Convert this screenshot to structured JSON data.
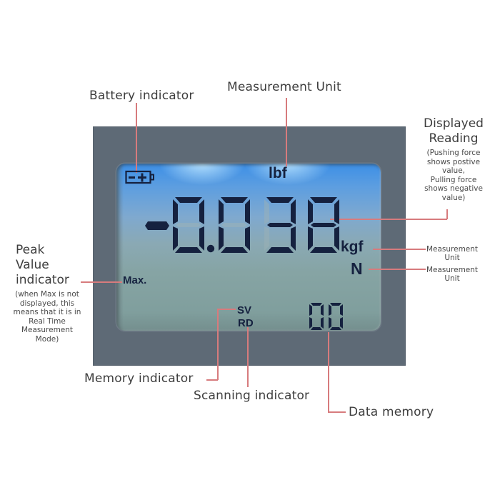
{
  "diagram": {
    "subject": "Digital force gauge LCD display",
    "display": {
      "battery_icon": "battery-icon",
      "battery_symbols": "-+",
      "unit_top": "lbf",
      "reading": "-0.038",
      "reading_sign": "-",
      "reading_digits": [
        "0",
        "0",
        "3",
        "8"
      ],
      "decimal_position": 1,
      "unit_kgf": "kgf",
      "unit_n": "N",
      "peak_indicator": "Max.",
      "memory_indicator": "SV",
      "scanning_indicator": "RD",
      "data_memory": "00",
      "data_memory_digits": [
        "0",
        "0"
      ]
    },
    "callouts": {
      "battery": "Battery indicator",
      "measurement_unit_top": "Measurement Unit",
      "displayed_reading_title_1": "Displayed",
      "displayed_reading_title_2": "Reading",
      "displayed_reading_note_1": "(Pushing force",
      "displayed_reading_note_2": "shows postive",
      "displayed_reading_note_3": "value,",
      "displayed_reading_note_4": "Pulling force",
      "displayed_reading_note_5": "shows negative",
      "displayed_reading_note_6": "value)",
      "unit_kgf_1": "Measurement",
      "unit_kgf_2": "Unit",
      "unit_n_1": "Measurement",
      "unit_n_2": "Unit",
      "peak_title_1": "Peak",
      "peak_title_2": "Value",
      "peak_title_3": "indicator",
      "peak_note_1": "(when Max is not",
      "peak_note_2": "displayed, this",
      "peak_note_3": "means that it is in",
      "peak_note_4": "Real Time",
      "peak_note_5": "Measurement",
      "peak_note_6": "Mode)",
      "memory": "Memory indicator",
      "scanning": "Scanning indicator",
      "data_memory": "Data memory"
    },
    "colors": {
      "bezel": "#5e6a76",
      "lcd_top": "#3d8fe6",
      "lcd_bottom": "#7d9c9a",
      "segment": "#15213f",
      "callout_line": "#d77b7d",
      "label_text": "#3d3d3d"
    }
  }
}
